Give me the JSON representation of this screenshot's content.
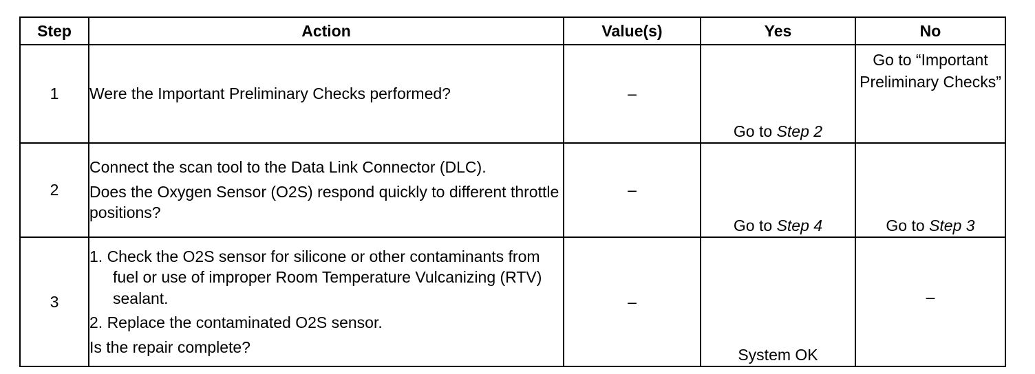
{
  "headers": {
    "step": "Step",
    "action": "Action",
    "values": "Value(s)",
    "yes": "Yes",
    "no": "No"
  },
  "rows": [
    {
      "step": "1",
      "action_lines": [
        "Were the Important Preliminary Checks performed?"
      ],
      "value": "–",
      "yes_prefix": "Go to ",
      "yes_italic": "Step 2",
      "no_text": "Go to “Important Preliminary Checks”"
    },
    {
      "step": "2",
      "action_lines": [
        "Connect the scan tool to the Data Link Connector (DLC).",
        "Does the Oxygen Sensor (O2S) respond quickly to different throttle positions?"
      ],
      "value": "–",
      "yes_prefix": "Go to ",
      "yes_italic": "Step 4",
      "no_prefix": "Go to ",
      "no_italic": "Step 3"
    },
    {
      "step": "3",
      "action_items": [
        "1. Check the O2S sensor for silicone or other contaminants from fuel or use of improper Room Temperature Vulcanizing (RTV) sealant.",
        "2. Replace the contaminated O2S sensor."
      ],
      "action_question": "Is the repair complete?",
      "value": "–",
      "yes_text": "System OK",
      "no_text": "–"
    }
  ]
}
